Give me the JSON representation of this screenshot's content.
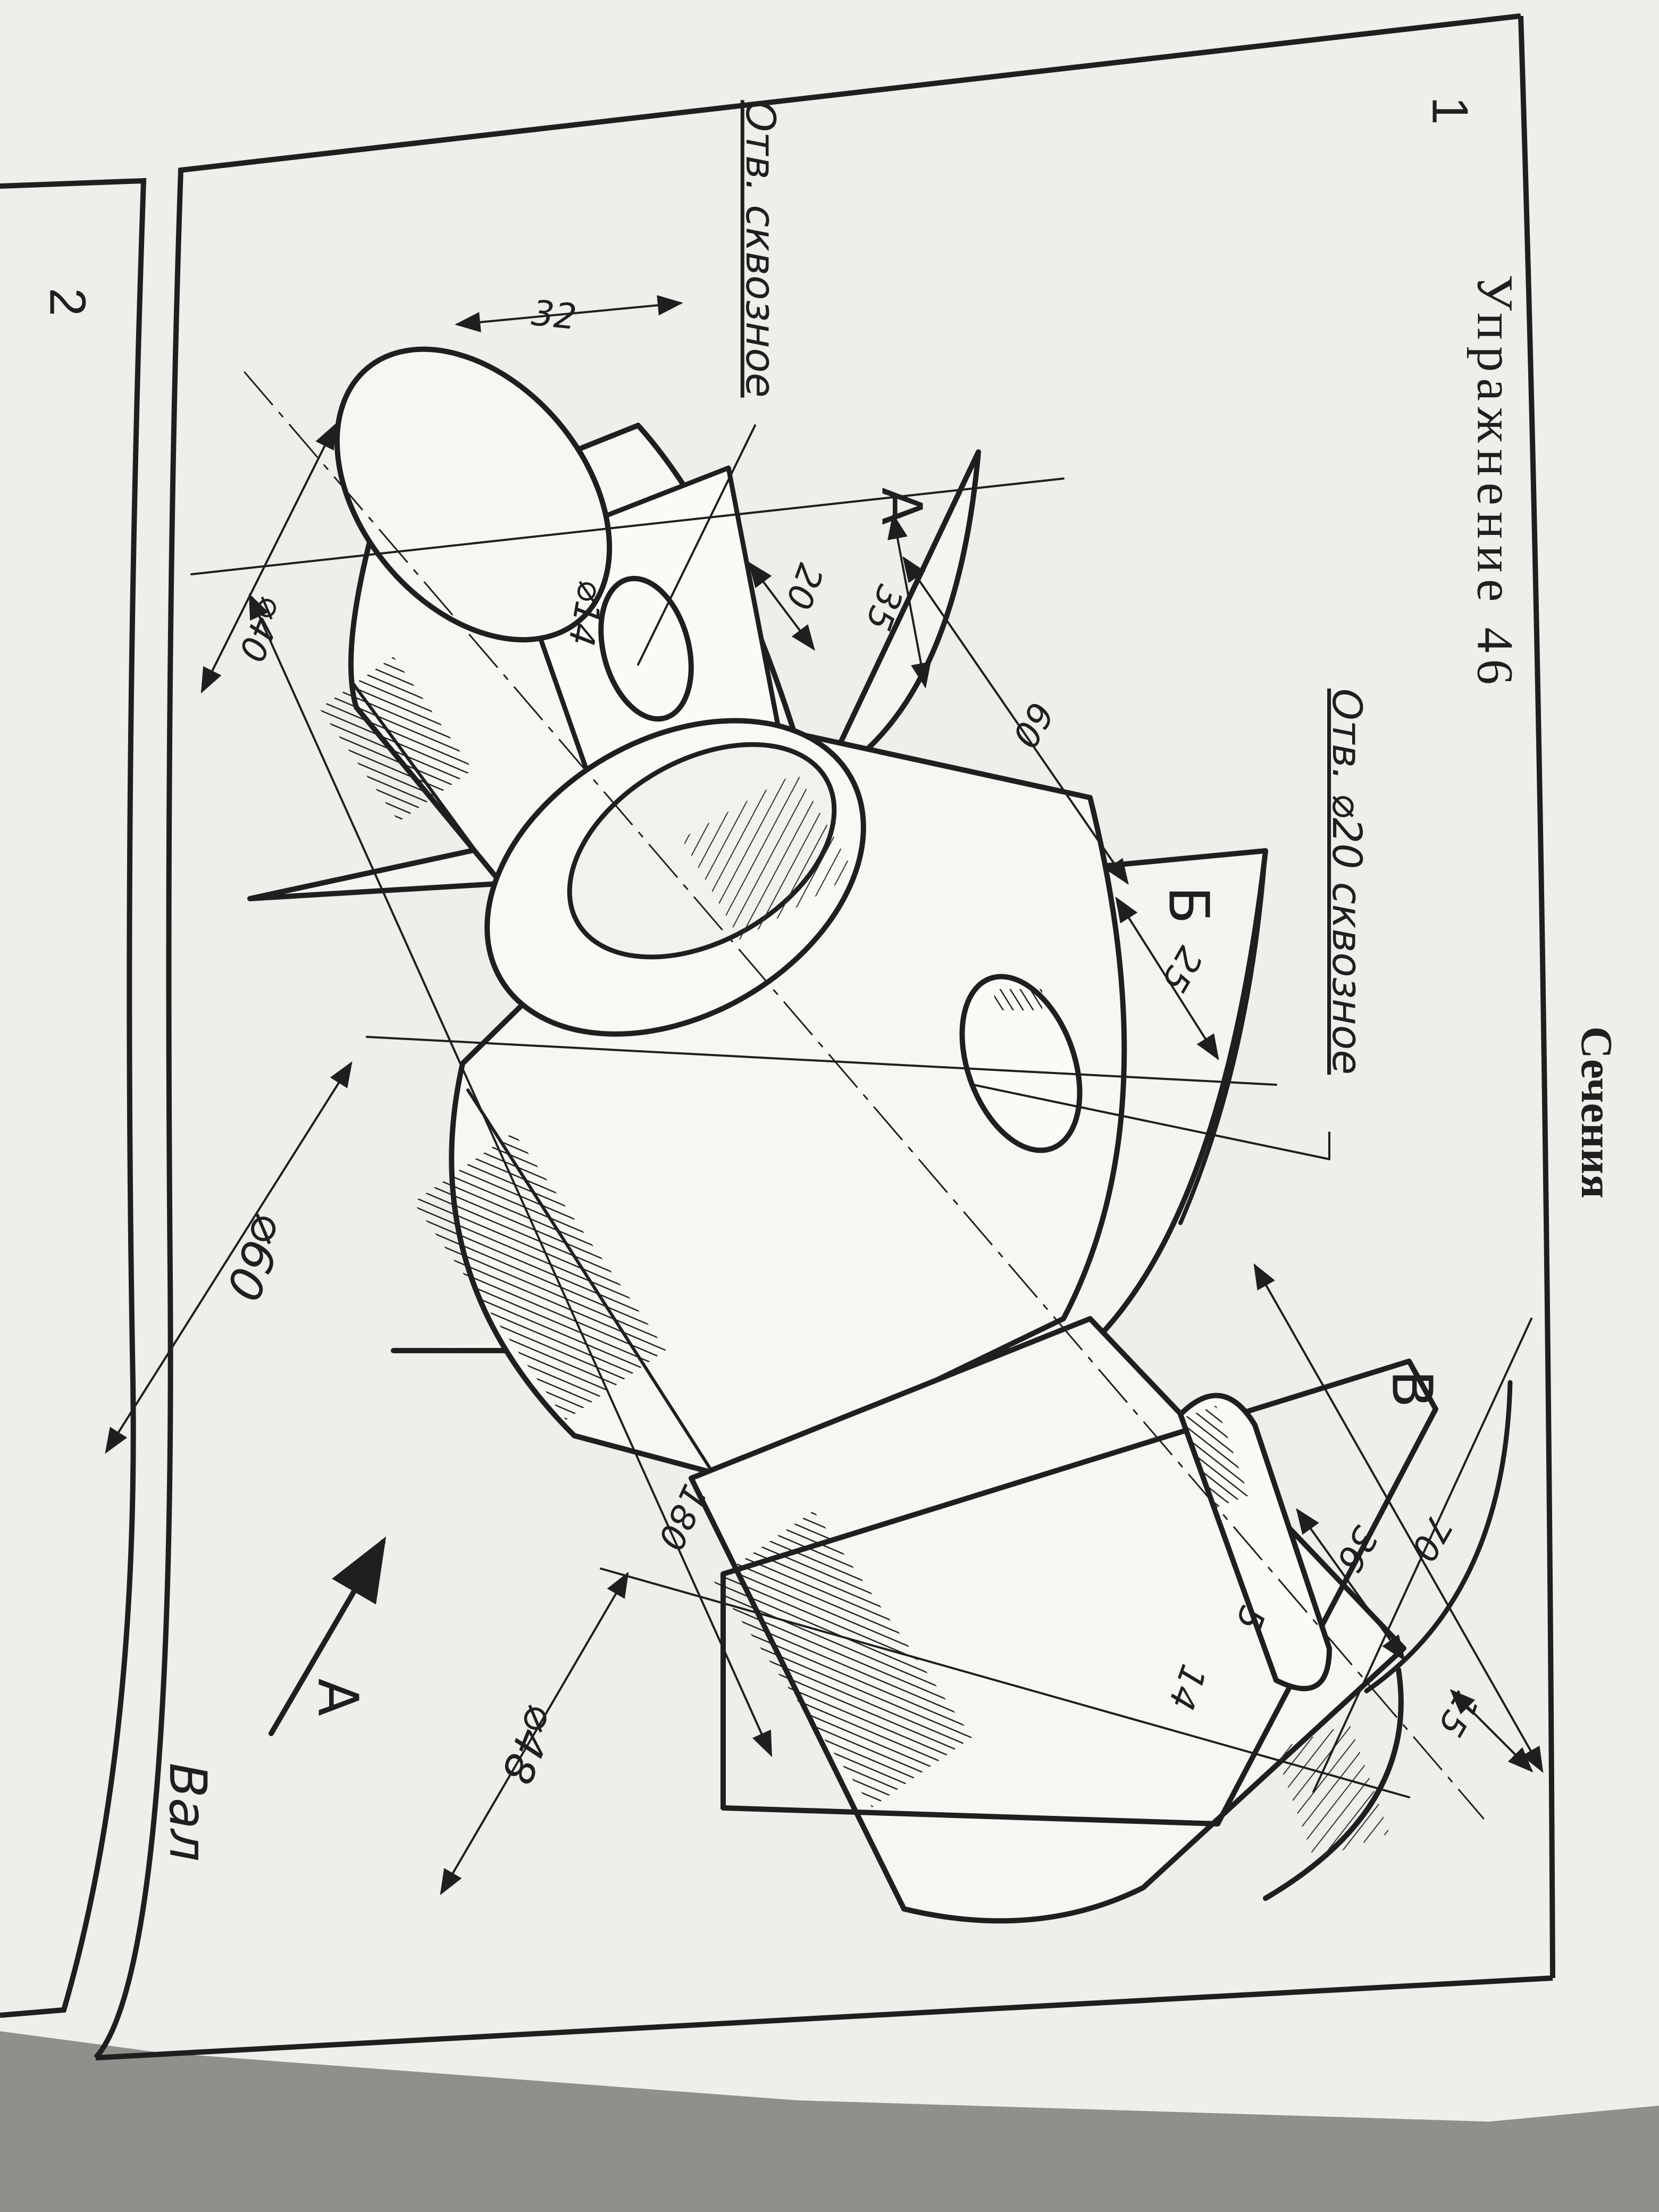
{
  "page": {
    "section_title": "Сечения",
    "exercise_number": "1",
    "next_exercise_number": "2",
    "exercise_heading": "Упражнение 46"
  },
  "notes": {
    "through_hole_d20": "Отв. ⌀20 сквозное",
    "through_hole": "Отв. сквозное"
  },
  "part_name": "Вал",
  "view_arrow_label": "А",
  "section_planes": [
    "А",
    "Б",
    "В"
  ],
  "dimensions": {
    "length_32": "32",
    "dia_40": "⌀40",
    "hole_d14": "⌀14",
    "dist_20": "20",
    "dist_35": "35",
    "dist_60": "60",
    "dist_25": "25",
    "dia_60": "⌀60",
    "length_180": "180",
    "dist_36": "36",
    "dist_70": "70",
    "key_5": "5",
    "key_14": "14",
    "dist_15": "15",
    "dia_48": "⌀48"
  },
  "colors": {
    "paper": "#f2f2ee",
    "ink": "#1f1f1f",
    "shadow": "#8f8f8c"
  }
}
